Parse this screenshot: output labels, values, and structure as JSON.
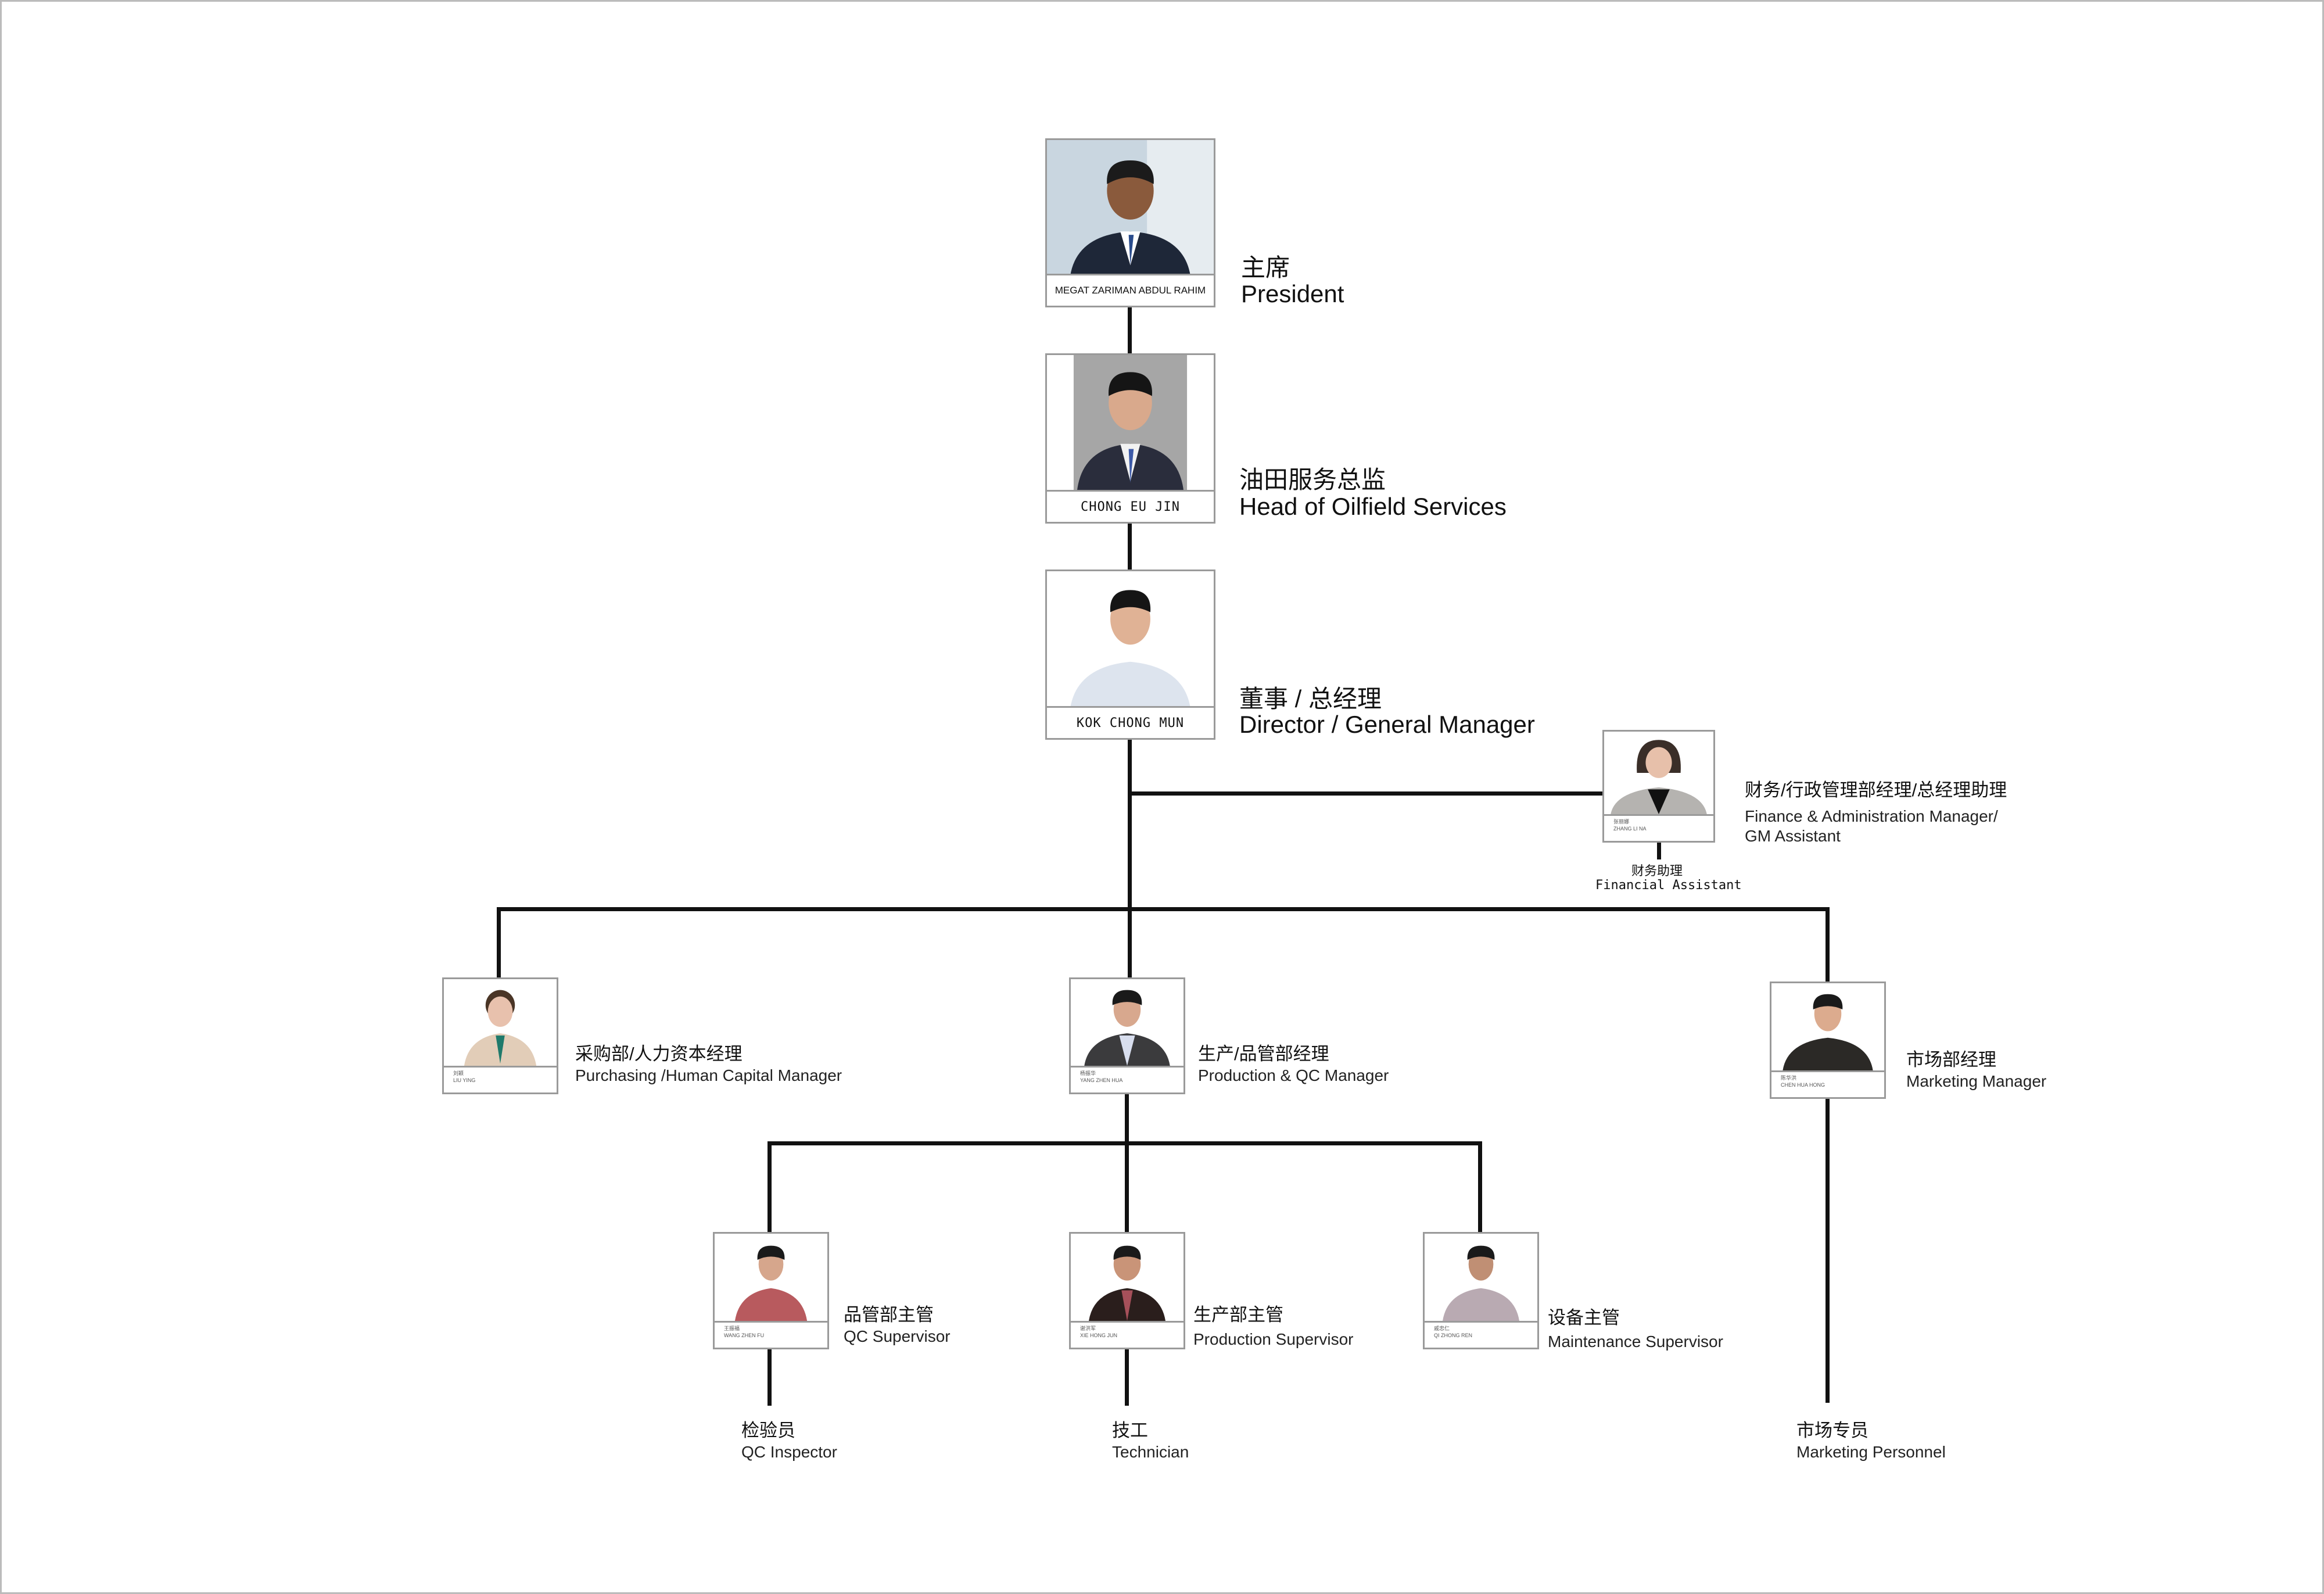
{
  "people": [
    {
      "name": "MEGAT ZARIMAN ABDUL RAHIM",
      "title_cn": "主席",
      "title_en": "President"
    },
    {
      "name": "CHONG EU JIN",
      "title_cn": "油田服务总监",
      "title_en": "Head of Oilfield Services"
    },
    {
      "name": "KOK CHONG MUN",
      "title_cn": "董事 / 总经理",
      "title_en": "Director / General Manager"
    },
    {
      "name_cn": "张丽娜",
      "name": "ZHANG LI NA",
      "title_cn": "财务/行政管理部经理/总经理助理",
      "title_en": "Finance & Administration Manager/",
      "title_en2": "GM Assistant"
    },
    {
      "name_cn": "刘颖",
      "name": "LIU YING",
      "title_cn": "采购部/人力资本经理",
      "title_en": "Purchasing /Human Capital Manager"
    },
    {
      "name_cn": "杨振华",
      "name": "YANG ZHEN HUA",
      "title_cn": "生产/品管部经理",
      "title_en": "Production & QC Manager"
    },
    {
      "name_cn": "陈华洪",
      "name": "CHEN HUA HONG",
      "title_cn": "市场部经理",
      "title_en": "Marketing Manager"
    },
    {
      "name_cn": "王振福",
      "name": "WANG ZHEN FU",
      "title_cn": "品管部主管",
      "title_en": "QC Supervisor"
    },
    {
      "name_cn": "谢洪军",
      "name": "XIE HONG JUN",
      "title_cn": "生产部主管",
      "title_en": "Production Supervisor"
    },
    {
      "name_cn": "戚忠仁",
      "name": "QI ZHONG REN",
      "title_cn": "设备主管",
      "title_en": "Maintenance Supervisor"
    }
  ],
  "roles": [
    {
      "cn": "财务助理",
      "en": "Financial Assistant"
    },
    {
      "cn": "检验员",
      "en": "QC Inspector"
    },
    {
      "cn": "技工",
      "en": "Technician"
    },
    {
      "cn": "市场专员",
      "en": "Marketing Personnel"
    }
  ]
}
